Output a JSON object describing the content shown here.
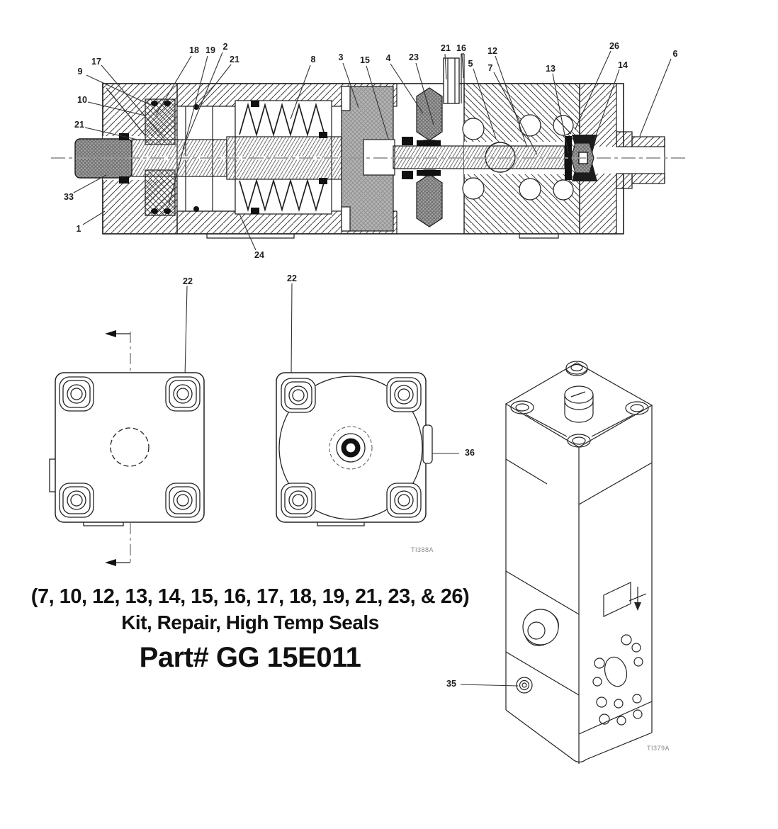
{
  "colors": {
    "ink": "#1f1f1f",
    "centerline_gray": "#9a9a9a",
    "code_gray": "#8a8a8a"
  },
  "callouts": [
    {
      "label": "9"
    },
    {
      "label": "17"
    },
    {
      "label": "10"
    },
    {
      "label": "21"
    },
    {
      "label": "18"
    },
    {
      "label": "19"
    },
    {
      "label": "2"
    },
    {
      "label": "21"
    },
    {
      "label": "8"
    },
    {
      "label": "3"
    },
    {
      "label": "15"
    },
    {
      "label": "4"
    },
    {
      "label": "23"
    },
    {
      "label": "21"
    },
    {
      "label": "16"
    },
    {
      "label": "5"
    },
    {
      "label": "12"
    },
    {
      "label": "7"
    },
    {
      "label": "13"
    },
    {
      "label": "26"
    },
    {
      "label": "14"
    },
    {
      "label": "6"
    },
    {
      "label": "33"
    },
    {
      "label": "1"
    },
    {
      "label": "24"
    },
    {
      "label": "22"
    },
    {
      "label": "22"
    },
    {
      "label": "36"
    },
    {
      "label": "35"
    }
  ],
  "kit_note": {
    "items_line": "(7, 10, 12, 13, 14, 15, 16, 17, 18, 19, 21, 23, & 26)",
    "description_line": "Kit, Repair, High Temp Seals",
    "part_line": "Part# GG 15E011"
  },
  "figure_codes": {
    "flange_view": "TI388A",
    "valve_view": "TI379A"
  }
}
